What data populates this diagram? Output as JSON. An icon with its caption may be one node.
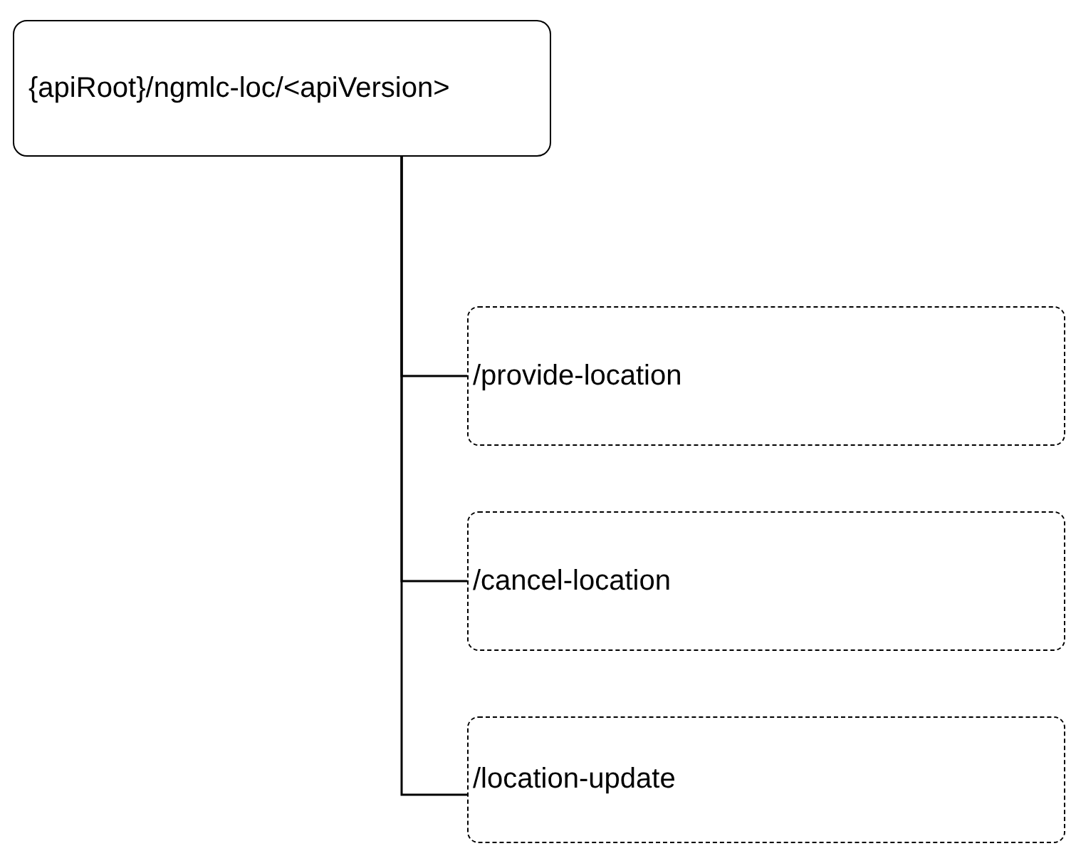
{
  "diagram": {
    "nodes": [
      {
        "text": [
          "{apiRoot}/ngmlc-loc/<apiVersion>"
        ]
      },
      {
        "text": [
          "/provide-location"
        ]
      },
      {
        "text": [
          "/cancel-location"
        ]
      },
      {
        "text": [
          "/location-update"
        ]
      }
    ],
    "edges": [
      {
        "from": 0,
        "to": 1,
        "arrow": "none"
      },
      {
        "from": 0,
        "to": 2,
        "arrow": "none"
      },
      {
        "from": 0,
        "to": 3,
        "arrow": "none"
      }
    ]
  }
}
